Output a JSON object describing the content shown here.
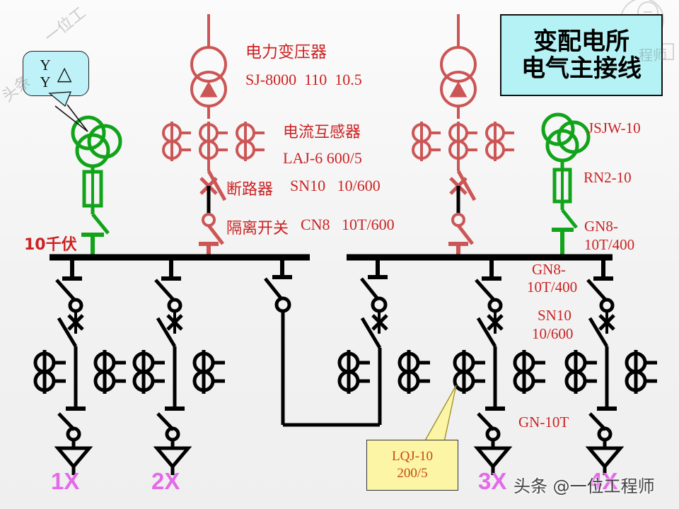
{
  "title_box": {
    "line1": "变配电所",
    "line2": "电气主接线"
  },
  "callout_transformer": {
    "winding_top": "Y",
    "winding_bottom": "Y",
    "delta": "△"
  },
  "callout_ct": {
    "line1": "LQJ-10",
    "line2": "200/5"
  },
  "labels": {
    "bus_voltage": "10千伏",
    "power_transformer_name": "电力变压器",
    "power_transformer_spec": "SJ-8000  110  10.5",
    "current_transformer_name": "电流互感器",
    "current_transformer_spec": "LAJ-6 600/5",
    "breaker_name": "断路器",
    "breaker_spec": "SN10   10/600",
    "disconnector_name": "隔离开关",
    "disconnector_spec": "CN8   10T/600",
    "vt_right": "JSJW-10",
    "fuse_right": "RN2-10",
    "gn8_right_upper_l1": "GN8-",
    "gn8_right_upper_l2": "10T/400",
    "gn8_bus_l1": "GN8-",
    "gn8_bus_l2": "10T/400",
    "sn10_feeder_l1": "SN10",
    "sn10_feeder_l2": "10/600",
    "gn10t": "GN-10T"
  },
  "feeders": [
    {
      "id": "1X"
    },
    {
      "id": "2X"
    },
    {
      "id": "3X"
    },
    {
      "id": "4X"
    }
  ],
  "watermarks": {
    "bottom": "头条 @一位工程师",
    "top_left": "一位工",
    "left": "头条",
    "top_right": "程师"
  },
  "colors": {
    "red": "#cc2222",
    "green": "#11a31a",
    "black": "#000000",
    "magenta": "#e36ae8",
    "title_bg": "#b5f2f5",
    "callout_bg": "#bff2f8",
    "callout_ct_bg": "#fdf5a6",
    "ct_label": "#c44a10"
  }
}
